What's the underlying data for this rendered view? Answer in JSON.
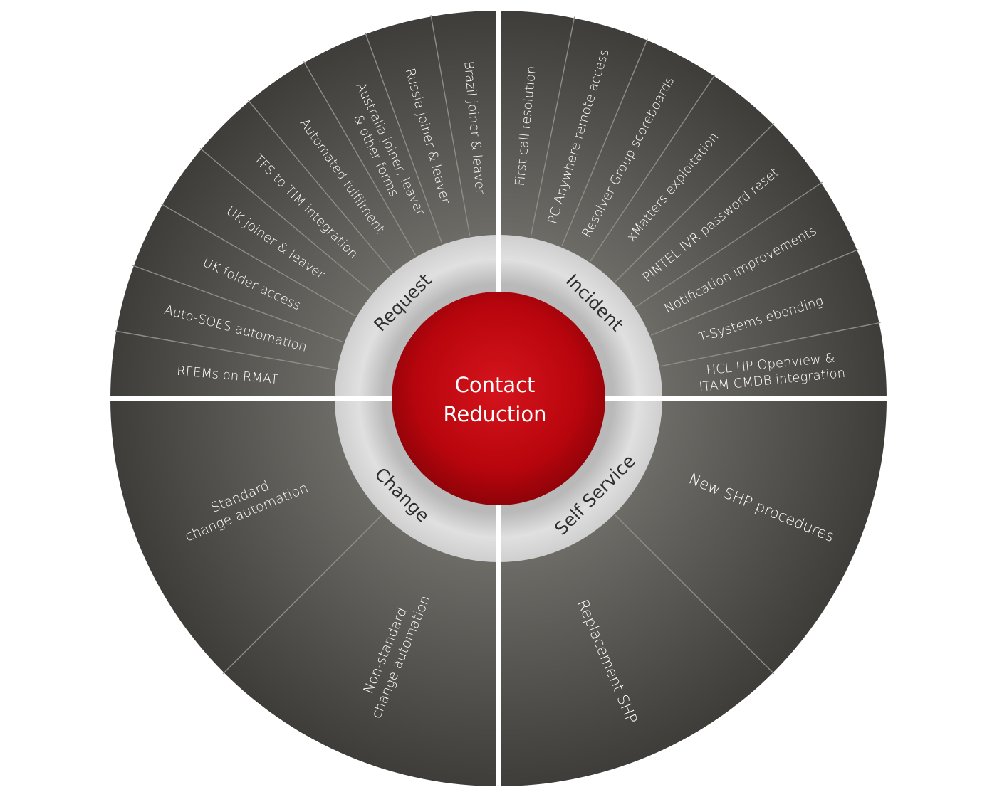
{
  "center": {
    "title_lines": [
      "Contact",
      "Reduction"
    ]
  },
  "quadrants": [
    {
      "id": "request",
      "label": "Request",
      "items": [
        {
          "lines": [
            "Brazil joiner & leaver"
          ]
        },
        {
          "lines": [
            "Russia joiner & leaver"
          ]
        },
        {
          "lines": [
            "Australia joiner, leaver",
            "& other forms"
          ]
        },
        {
          "lines": [
            "Automated fulfilment"
          ]
        },
        {
          "lines": [
            "TFS to TIM integration"
          ]
        },
        {
          "lines": [
            "UK joiner & leaver"
          ]
        },
        {
          "lines": [
            "UK folder access"
          ]
        },
        {
          "lines": [
            "Auto-SOES automation"
          ]
        },
        {
          "lines": [
            "RFEMs on RMAT"
          ]
        }
      ]
    },
    {
      "id": "incident",
      "label": "Incident",
      "items": [
        {
          "lines": [
            "First call resolution"
          ]
        },
        {
          "lines": [
            "PC Anywhere remote access"
          ]
        },
        {
          "lines": [
            "Resolver Group scoreboards"
          ]
        },
        {
          "lines": [
            "xMatters exploitation"
          ]
        },
        {
          "lines": [
            "PINTEL IVR password reset"
          ]
        },
        {
          "lines": [
            "Notification improvements"
          ]
        },
        {
          "lines": [
            "T-Systems ebonding"
          ]
        },
        {
          "lines": [
            "HCL HP Openview &",
            "ITAM CMDB integration"
          ]
        }
      ]
    },
    {
      "id": "self-service",
      "label": "Self Service",
      "items": [
        {
          "lines": [
            "New SHP procedures"
          ]
        },
        {
          "lines": [
            "Replacement SHP"
          ]
        }
      ]
    },
    {
      "id": "change",
      "label": "Change",
      "items": [
        {
          "lines": [
            "Standard",
            "change automation"
          ]
        },
        {
          "lines": [
            "Non-standard",
            "change automation"
          ]
        }
      ]
    }
  ],
  "colors": {
    "outer_ring": "#4a4944",
    "divider": "#ffffff",
    "inner_ring": "#cfcfcf",
    "center": "#c8060f",
    "text_light": "#ffffff",
    "text_dark": "#2e2e2e"
  }
}
